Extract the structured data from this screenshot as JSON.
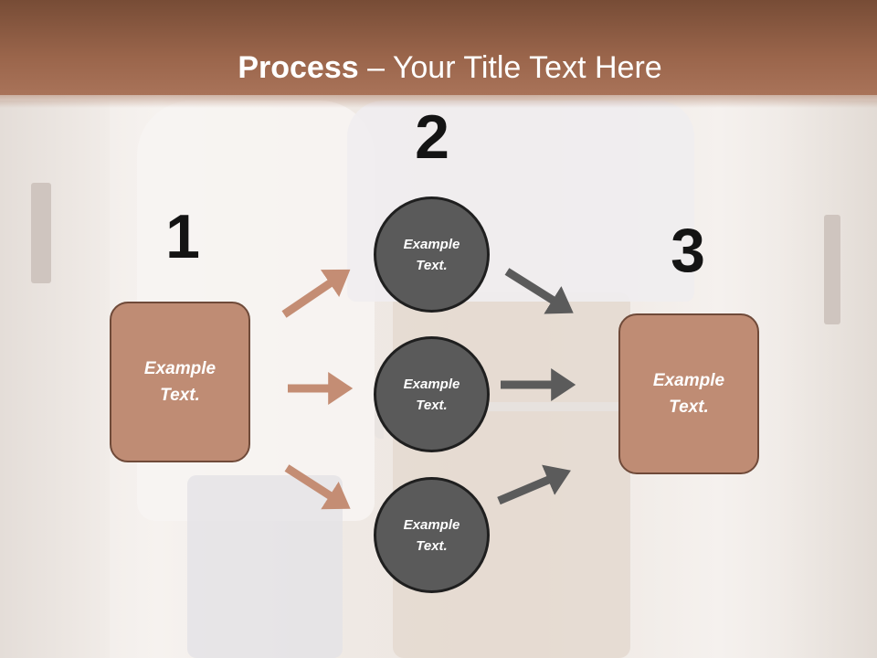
{
  "title": {
    "bold": "Process",
    "rest": " – Your Title Text Here"
  },
  "steps": {
    "one": "1",
    "two": "2",
    "three": "3"
  },
  "left_box": {
    "line1": "Example",
    "line2": "Text."
  },
  "right_box": {
    "line1": "Example",
    "line2": "Text."
  },
  "circles": [
    {
      "line1": "Example",
      "line2": "Text."
    },
    {
      "line1": "Example",
      "line2": "Text."
    },
    {
      "line1": "Example",
      "line2": "Text."
    }
  ],
  "colors": {
    "title_band": "#9a654b",
    "box_fill": "#bf8c74",
    "box_border": "#6f4a39",
    "circle_fill": "#5a5a5a",
    "arrow_in": "#c48d74",
    "arrow_out": "#5b5b5b"
  }
}
